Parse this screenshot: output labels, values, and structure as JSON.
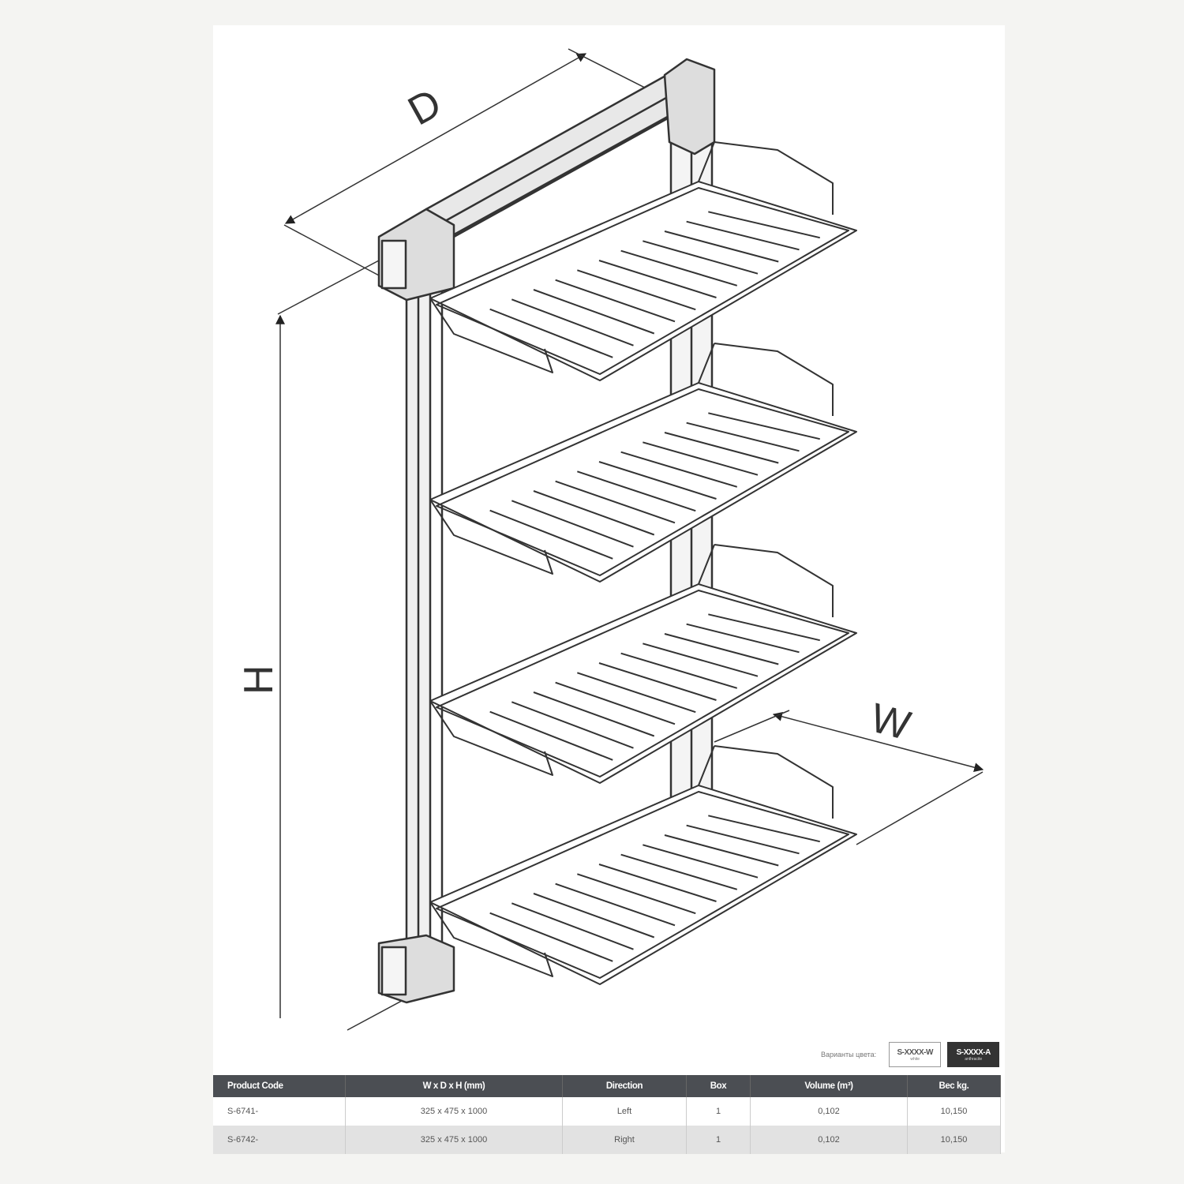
{
  "drawing": {
    "dim_depth": "D",
    "dim_height": "H",
    "dim_width": "W",
    "shelf_count": 4
  },
  "colors": {
    "label": "Варианты цвета:",
    "options": [
      {
        "code": "S-XXXX-W",
        "name": "white"
      },
      {
        "code": "S-XXXX-A",
        "name": "anthracite"
      }
    ]
  },
  "table": {
    "headers": [
      "Product Code",
      "W x D x H (mm)",
      "Direction",
      "Box",
      "Volume (m³)",
      "Вес kg."
    ],
    "rows": [
      [
        "S-6741-",
        "325 x 475 x 1000",
        "Left",
        "1",
        "0,102",
        "10,150"
      ],
      [
        "S-6742-",
        "325 x 475 x 1000",
        "Right",
        "1",
        "0,102",
        "10,150"
      ]
    ]
  }
}
